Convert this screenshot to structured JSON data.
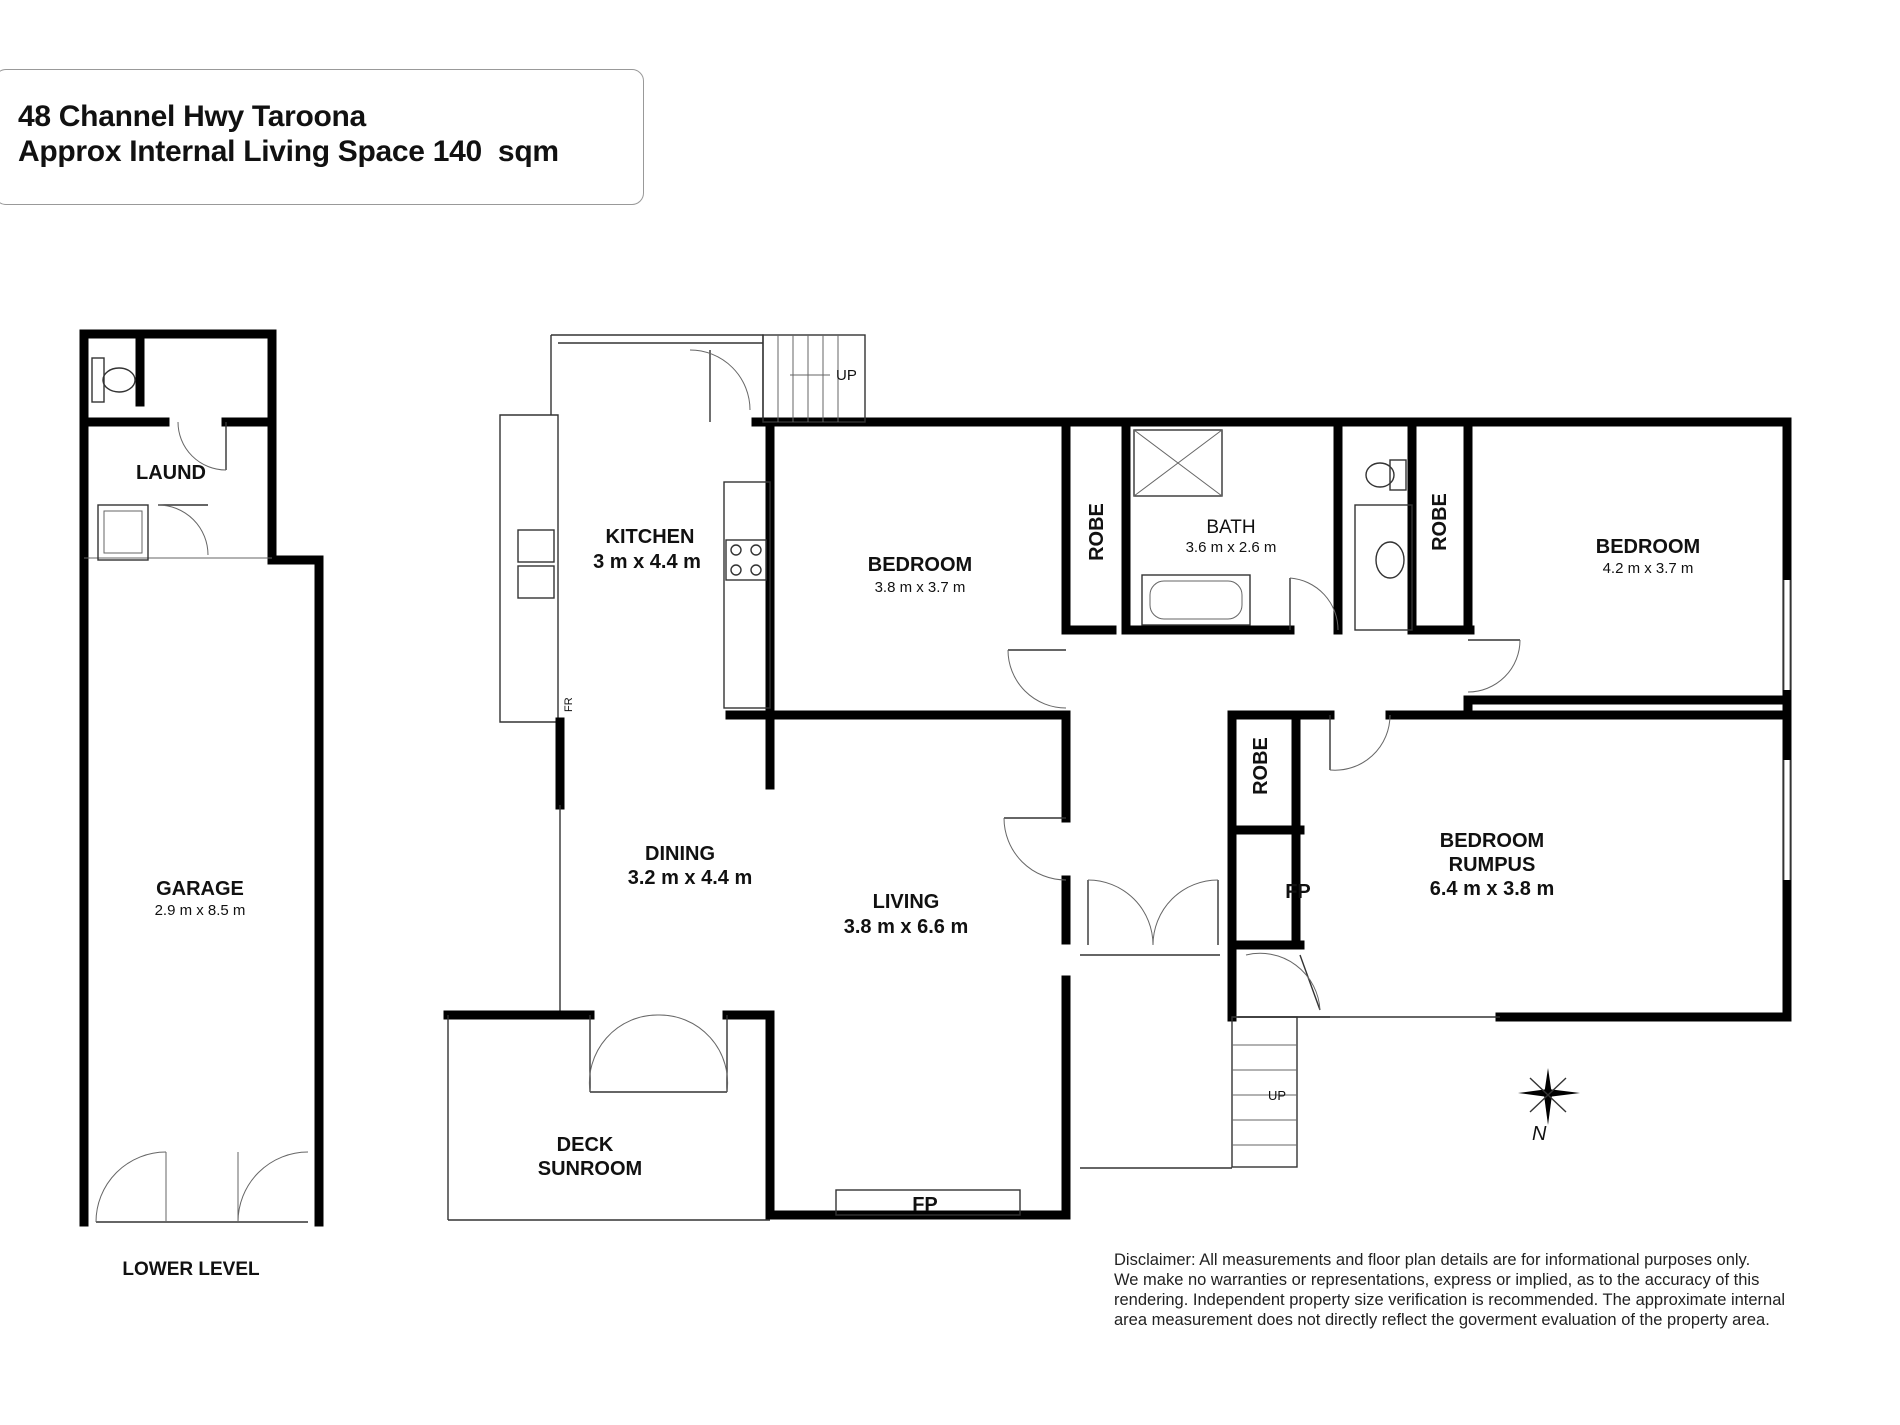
{
  "header": {
    "address": "48 Channel Hwy Taroona",
    "living_space": "Approx Internal Living Space 140  sqm"
  },
  "rooms": {
    "laund": "LAUND",
    "garage": "GARAGE",
    "garage_dim": "2.9 m x 8.5 m",
    "lower_level": "LOWER LEVEL",
    "kitchen": "KITCHEN",
    "kitchen_dim": "3 m x 4.4 m",
    "bedroom1": "BEDROOM",
    "bedroom1_dim": "3.8 m x 3.7 m",
    "robe1": "ROBE",
    "bath": "BATH",
    "bath_dim": "3.6 m x 2.6 m",
    "robe2": "ROBE",
    "bedroom2": "BEDROOM",
    "bedroom2_dim": "4.2 m x 3.7 m",
    "robe3": "ROBE",
    "bedroom3_a": "BEDROOM",
    "bedroom3_b": "RUMPUS",
    "bedroom3_dim": "6.4 m x 3.8 m",
    "fp_rumpus": "FP",
    "dining": "DINING",
    "dining_dim": "3.2 m x 4.4 m",
    "living": "LIVING",
    "living_dim": "3.8 m x 6.6 m",
    "deck_a": "DECK",
    "deck_b": "SUNROOM",
    "fp_living": "FP",
    "stair_top": "UP",
    "stair_bottom": "UP",
    "fridge": "FR",
    "compass_n": "N"
  },
  "disclaimer": [
    "Disclaimer: All measurements and floor plan details are for informational purposes only.",
    "We  make no warranties or representations, express or implied, as to the accuracy of this",
    "rendering. Independent property size verification is recommended. The approximate internal",
    "area measurement does not directly reflect the goverment evaluation of the property area."
  ]
}
